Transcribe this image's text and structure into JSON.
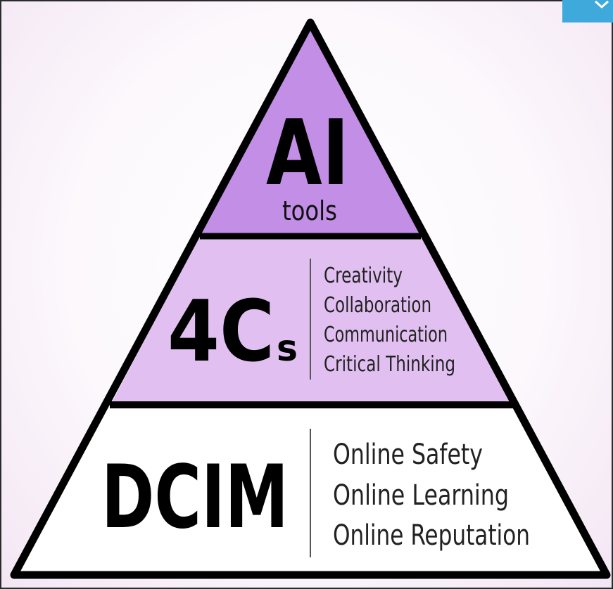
{
  "pyramid": {
    "top": {
      "title": "AI",
      "subtitle": "tools",
      "fill": "#c28ee6"
    },
    "middle": {
      "title_main": "4C",
      "title_suffix": "s",
      "items": [
        "Creativity",
        "Collaboration",
        "Communication",
        "Critical Thinking"
      ],
      "fill": "#e1c0f1"
    },
    "bottom": {
      "title": "DCIM",
      "items": [
        "Online Safety",
        "Online Learning",
        "Online Reputation"
      ],
      "fill": "#ffffff"
    },
    "outline_color": "#000000"
  },
  "corner_badge": {
    "color": "#3fa9dc",
    "icon": "chevron-down-icon"
  }
}
